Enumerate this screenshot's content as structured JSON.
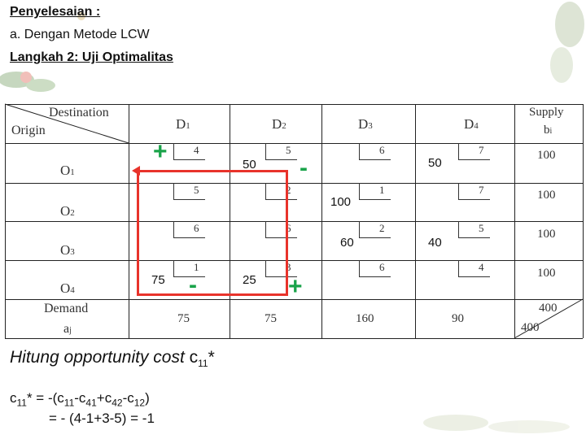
{
  "headings": {
    "title": "Penyelesaian :",
    "method": "a. Dengan Metode LCW",
    "step": "Langkah 2: Uji Optimalitas"
  },
  "table": {
    "corner_destination": "Destination",
    "corner_origin": "Origin",
    "destinations": [
      "D",
      "D",
      "D",
      "D"
    ],
    "destination_subs": [
      "1",
      "2",
      "3",
      "4"
    ],
    "supply_label": "Supply",
    "supply_sub_label": "b",
    "supply_sub_index": "i",
    "origins": [
      "O",
      "O",
      "O",
      "O"
    ],
    "origin_subs": [
      "1",
      "2",
      "3",
      "4"
    ],
    "demand_label": "Demand",
    "demand_sub_label": "a",
    "demand_sub_index": "j",
    "costs": [
      [
        "4",
        "5",
        "6",
        "7"
      ],
      [
        "5",
        "2",
        "1",
        "7"
      ],
      [
        "6",
        "6",
        "2",
        "5"
      ],
      [
        "1",
        "3",
        "6",
        "4"
      ]
    ],
    "supply": [
      "100",
      "100",
      "100",
      "100"
    ],
    "demand": [
      "75",
      "75",
      "160",
      "90"
    ],
    "total_supply": "400",
    "total_demand": "400",
    "allocations": {
      "r1c2": "50",
      "r1c4": "50",
      "r2c3": "100",
      "r3c3": "60",
      "r3c4": "40",
      "r4c1": "75",
      "r4c2": "25"
    },
    "signs": {
      "r1c1": "+",
      "r1c2": "-",
      "r4c1": "-",
      "r4c2": "+"
    }
  },
  "footer": {
    "title_prefix": "Hitung opportunity cost ",
    "title_var": "c",
    "title_sub": "11",
    "title_star": "*",
    "calc_line1_prefix": "c",
    "calc_line1_sub": "11",
    "calc_line1_rest": "* = -(c",
    "calc_terms": [
      "11",
      "-c",
      "41",
      "+c",
      "42",
      "-c",
      "12",
      ")"
    ],
    "calc_line2": "= - (4-1+3-5) = -1"
  },
  "colors": {
    "plus_minus": "#1aa34a",
    "loop": "#e8332b"
  }
}
